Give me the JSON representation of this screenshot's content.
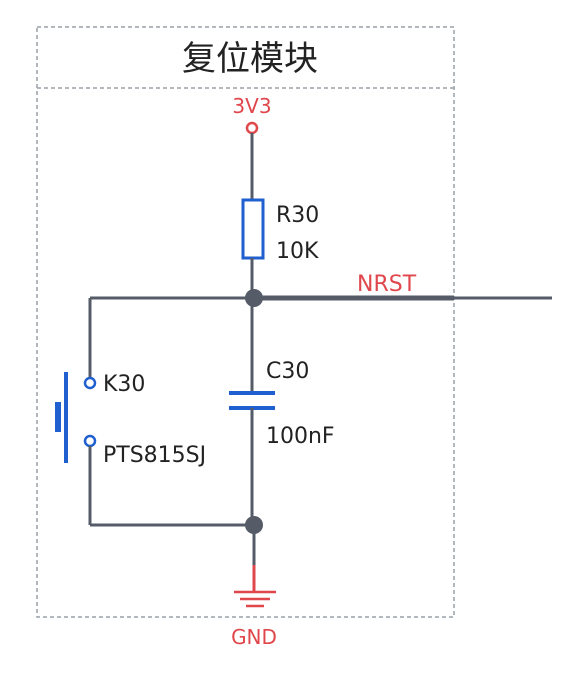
{
  "module": {
    "title": "复位模块"
  },
  "power": {
    "label": "3V3"
  },
  "ground": {
    "label": "GND"
  },
  "resistor": {
    "ref": "R30",
    "value": "10K"
  },
  "capacitor": {
    "ref": "C30",
    "value": "100nF"
  },
  "switch": {
    "ref": "K30",
    "part": "PTS815SJ"
  },
  "net": {
    "label": "NRST"
  },
  "colors": {
    "wire": "#555b67",
    "component": "#1f5fcf",
    "power": "#e0474c",
    "border": "#9aa0a8",
    "text": "#222222"
  }
}
